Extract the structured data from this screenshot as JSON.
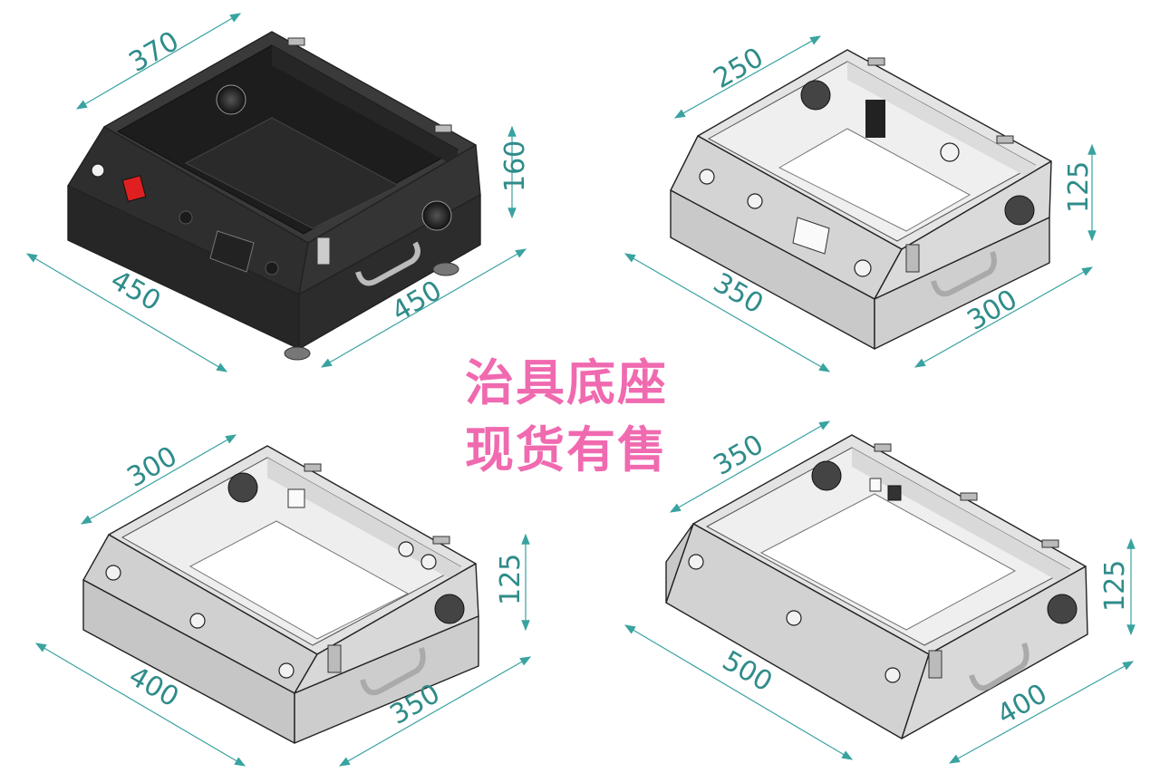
{
  "promo": {
    "line1": "治具底座",
    "line2": "现货有售"
  },
  "boxes": [
    {
      "id": "black-box",
      "color": "#2b2b2b",
      "dims": {
        "top": "370",
        "height": "160",
        "front": "450",
        "side": "450"
      }
    },
    {
      "id": "grey-box-top-right",
      "color": "#d6d6d6",
      "dims": {
        "top": "250",
        "height": "125",
        "front": "350",
        "side": "300"
      }
    },
    {
      "id": "grey-box-bottom-left",
      "color": "#d2d2d2",
      "dims": {
        "top": "300",
        "height": "125",
        "front": "400",
        "side": "350"
      }
    },
    {
      "id": "grey-box-bottom-right",
      "color": "#d4d4d4",
      "dims": {
        "top": "350",
        "height": "125",
        "front": "500",
        "side": "400"
      }
    }
  ],
  "colors": {
    "dimension": "#2f8c8a",
    "promo_text": "#f06ab0",
    "switch_red": "#e02020"
  }
}
